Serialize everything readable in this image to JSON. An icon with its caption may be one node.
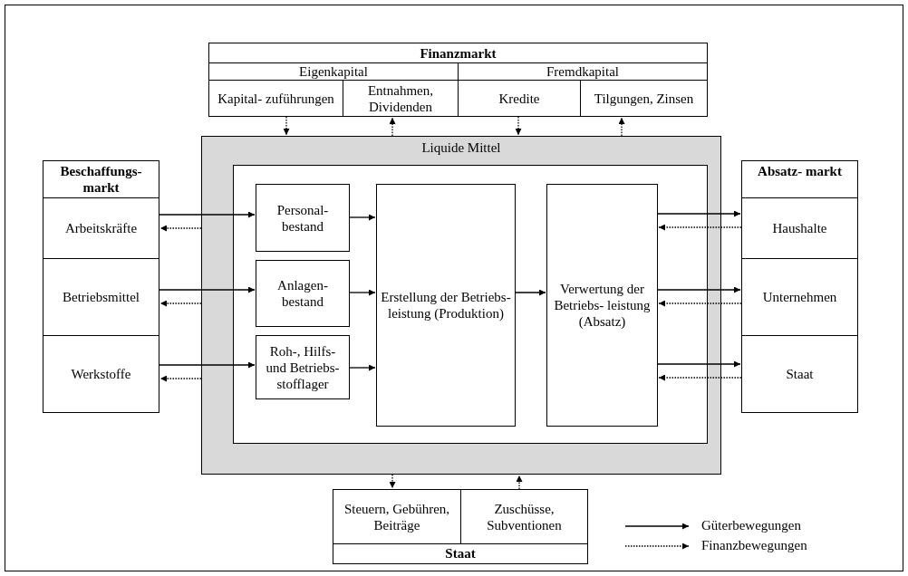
{
  "diagram": {
    "nodes": [
      {
        "text": [
          "Finanzmarkt"
        ]
      },
      {
        "text": [
          "Eigenkapital"
        ],
        "in": 0
      },
      {
        "text": [
          "Fremdkapital"
        ],
        "in": 0
      },
      {
        "text": [
          "Kapital- zuführungen"
        ],
        "in": 0
      },
      {
        "text": [
          "Entnahmen, Dividenden"
        ],
        "in": 0
      },
      {
        "text": [
          "Kredite"
        ],
        "in": 0
      },
      {
        "text": [
          "Tilgungen, Zinsen"
        ],
        "in": 0
      },
      {
        "text": [
          "Beschaffungs- markt"
        ]
      },
      {
        "text": [
          "Arbeitskräfte"
        ],
        "in": 7
      },
      {
        "text": [
          "Betriebsmittel"
        ],
        "in": 7
      },
      {
        "text": [
          "Werkstoffe"
        ],
        "in": 7
      },
      {
        "text": [
          "Liquide Mittel"
        ]
      },
      {
        "text": [],
        "shape": "box",
        "in": 11
      },
      {
        "text": [
          "Personal- bestand"
        ],
        "in": 12
      },
      {
        "text": [
          "Anlagen- bestand"
        ],
        "in": 12
      },
      {
        "text": [
          "Roh-, Hilfs- und Betriebs- stofflager"
        ],
        "in": 12
      },
      {
        "text": [
          "Erstellung der Betriebs- leistung (Produktion)"
        ],
        "in": 12
      },
      {
        "text": [
          "Verwertung der Betriebs- leistung (Absatz)"
        ],
        "in": 12
      },
      {
        "text": [
          "Absatz- markt"
        ]
      },
      {
        "text": [
          "Haushalte"
        ],
        "in": 18
      },
      {
        "text": [
          "Unternehmen"
        ],
        "in": 18
      },
      {
        "text": [
          "Staat"
        ],
        "in": 18
      },
      {
        "text": [
          "Staat"
        ]
      },
      {
        "text": [
          "Steuern, Gebühren, Beiträge"
        ],
        "in": 22
      },
      {
        "text": [
          "Zuschüsse, Subventionen"
        ],
        "in": 22
      }
    ],
    "edges": [
      {
        "from": 3,
        "to": 11,
        "arrow": "to",
        "style": "dashed"
      },
      {
        "from": 11,
        "to": 4,
        "arrow": "to",
        "style": "dashed"
      },
      {
        "from": 5,
        "to": 11,
        "arrow": "to",
        "style": "dashed"
      },
      {
        "from": 11,
        "to": 6,
        "arrow": "to",
        "style": "dashed"
      },
      {
        "from": 8,
        "to": 13,
        "arrow": "to"
      },
      {
        "from": 11,
        "to": 8,
        "arrow": "to",
        "style": "dashed"
      },
      {
        "from": 9,
        "to": 14,
        "arrow": "to"
      },
      {
        "from": 11,
        "to": 9,
        "arrow": "to",
        "style": "dashed"
      },
      {
        "from": 10,
        "to": 15,
        "arrow": "to"
      },
      {
        "from": 11,
        "to": 10,
        "arrow": "to",
        "style": "dashed"
      },
      {
        "from": 13,
        "to": 16,
        "arrow": "to"
      },
      {
        "from": 14,
        "to": 16,
        "arrow": "to"
      },
      {
        "from": 15,
        "to": 16,
        "arrow": "to"
      },
      {
        "from": 16,
        "to": 17,
        "arrow": "to"
      },
      {
        "from": 17,
        "to": 19,
        "arrow": "to"
      },
      {
        "from": 17,
        "to": 20,
        "arrow": "to"
      },
      {
        "from": 17,
        "to": 21,
        "arrow": "to"
      },
      {
        "from": 19,
        "to": 17,
        "arrow": "to",
        "style": "dashed"
      },
      {
        "from": 20,
        "to": 17,
        "arrow": "to",
        "style": "dashed"
      },
      {
        "from": 21,
        "to": 17,
        "arrow": "to",
        "style": "dashed"
      },
      {
        "from": 11,
        "to": 23,
        "arrow": "to",
        "style": "dashed"
      },
      {
        "from": 24,
        "to": 11,
        "arrow": "to",
        "style": "dashed"
      }
    ],
    "legend": [
      {
        "text": "Güterbewegungen"
      },
      {
        "text": "Finanzbewegungen"
      }
    ]
  }
}
